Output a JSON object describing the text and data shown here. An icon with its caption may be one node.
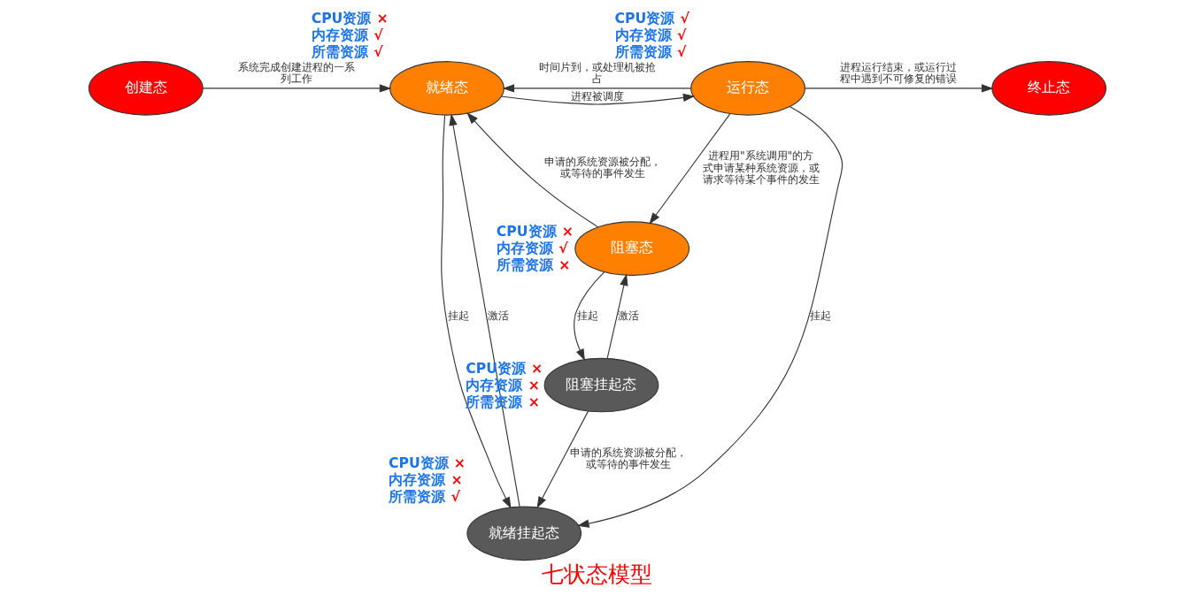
{
  "diagram": {
    "caption": "七状态模型",
    "nodes": [
      {
        "text": [
          "创建态"
        ]
      },
      {
        "text": [
          "就绪态"
        ],
        "beside": [
          "CPU资源 ×",
          "内存资源 √",
          "所需资源 √"
        ]
      },
      {
        "text": [
          "运行态"
        ],
        "beside": [
          "CPU资源 √",
          "内存资源 √",
          "所需资源 √"
        ]
      },
      {
        "text": [
          "终止态"
        ]
      },
      {
        "text": [
          "就绪挂起态"
        ],
        "beside": [
          "CPU资源 ×",
          "内存资源 ×",
          "所需资源 √"
        ]
      },
      {
        "text": [
          "阻塞态"
        ],
        "beside": [
          "CPU资源 ×",
          "内存资源 √",
          "所需资源 ×"
        ]
      },
      {
        "text": [
          "阻塞挂起态"
        ],
        "beside": [
          "CPU资源 ×",
          "内存资源 ×",
          "所需资源 ×"
        ]
      }
    ],
    "edges": [
      {
        "from": 0,
        "to": 1,
        "arrow": "to",
        "label": "系统完成创建进程的一系列工作"
      },
      {
        "from": 1,
        "to": 2,
        "arrow": "to",
        "label": "进程被调度"
      },
      {
        "from": 2,
        "to": 1,
        "arrow": "to",
        "label": "时间片到，或处理机被抢占"
      },
      {
        "from": 2,
        "to": 3,
        "arrow": "to",
        "label": "进程运行结束，或运行过程中遇到不可修复的错误"
      },
      {
        "from": 4,
        "to": 1,
        "arrow": "to",
        "label": "激活"
      },
      {
        "from": 1,
        "to": 4,
        "arrow": "to",
        "label": "挂起"
      },
      {
        "from": 2,
        "to": 4,
        "arrow": "to",
        "label": "挂起"
      },
      {
        "from": 2,
        "to": 5,
        "arrow": "to",
        "label": "进程用\"系统调用\"的方式申请某种系统资源，或请求等待某个事件的发生"
      },
      {
        "from": 5,
        "to": 1,
        "arrow": "to",
        "label": "申请的系统资源被分配，或等待的事件发生"
      },
      {
        "from": 6,
        "to": 4,
        "arrow": "to",
        "label": "申请的系统资源被分配，或等待的事件发生"
      },
      {
        "from": 6,
        "to": 5,
        "arrow": "to",
        "label": "激活"
      },
      {
        "from": 5,
        "to": 6,
        "arrow": "to",
        "label": "挂起"
      }
    ]
  }
}
